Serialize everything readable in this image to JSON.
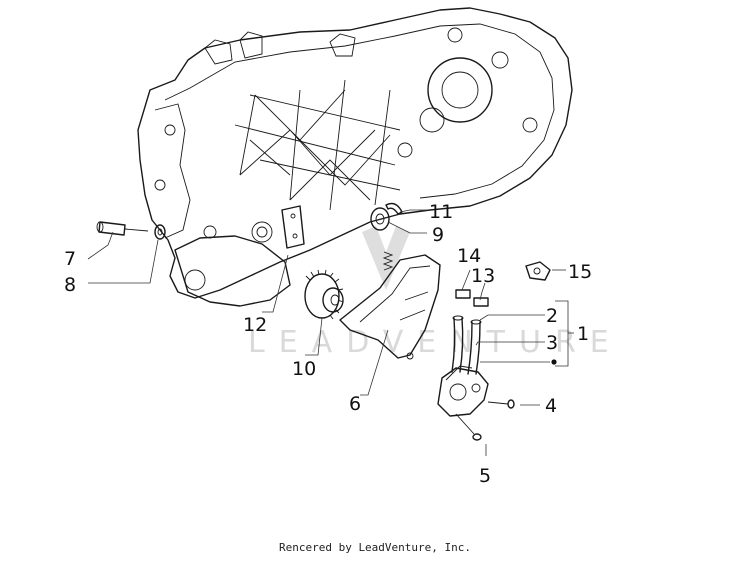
{
  "watermark": {
    "text": "LEADVENTURE"
  },
  "callouts": {
    "c1": "1",
    "c2": "2",
    "c3": "3",
    "c4": "4",
    "c5": "5",
    "c6": "6",
    "c7": "7",
    "c8": "8",
    "c9": "9",
    "c10": "10",
    "c11": "11",
    "c12": "12",
    "c13": "13",
    "c14": "14",
    "c15": "15"
  },
  "footer": {
    "credit": "Rencered by LeadVenture, Inc."
  }
}
